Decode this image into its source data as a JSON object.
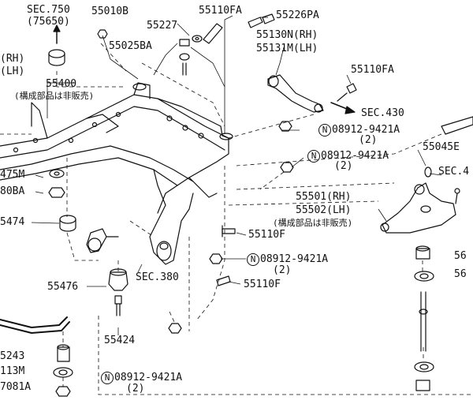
{
  "labels": {
    "sec750": "SEC.750",
    "sec750_ref": "(75650)",
    "p55010B": "55010B",
    "p55227": "55227",
    "p55110FA_top": "55110FA",
    "p55226PA": "55226PA",
    "p55025BA": "55025BA",
    "p55130N": "55130N(RH)",
    "p55131M": "55131M(LH)",
    "rh_left": "(RH)",
    "lh_left": "(LH)",
    "p55400": "55400",
    "note_not_sold_1": "(構成部品は非販売)",
    "p55110FA_right": "55110FA",
    "sec430": "SEC.430",
    "nut_08912_1": "08912-9421A",
    "qty_2_1": "(2)",
    "p55045E": "55045E",
    "nut_08912_2": "08912-9421A",
    "qty_2_2": "(2)",
    "sec4_right": "SEC.4",
    "p475M": "475M",
    "p80BA": "80BA",
    "p55501": "55501(RH)",
    "p55502": "55502(LH)",
    "note_not_sold_2": "(構成部品は非販売)",
    "p5474": "5474",
    "p55110F_1": "55110F",
    "p56_a": "56",
    "p56_b": "56",
    "sec380": "SEC.380",
    "nut_08912_3": "08912-9421A",
    "qty_2_3": "(2)",
    "p55476": "55476",
    "p55110F_2": "55110F",
    "p55424": "55424",
    "p5243": "5243",
    "p113M": "113M",
    "p7081A": "7081A",
    "nut_08912_4": "08912-9421A",
    "qty_2_4": "(2)",
    "circle_n": "N"
  }
}
